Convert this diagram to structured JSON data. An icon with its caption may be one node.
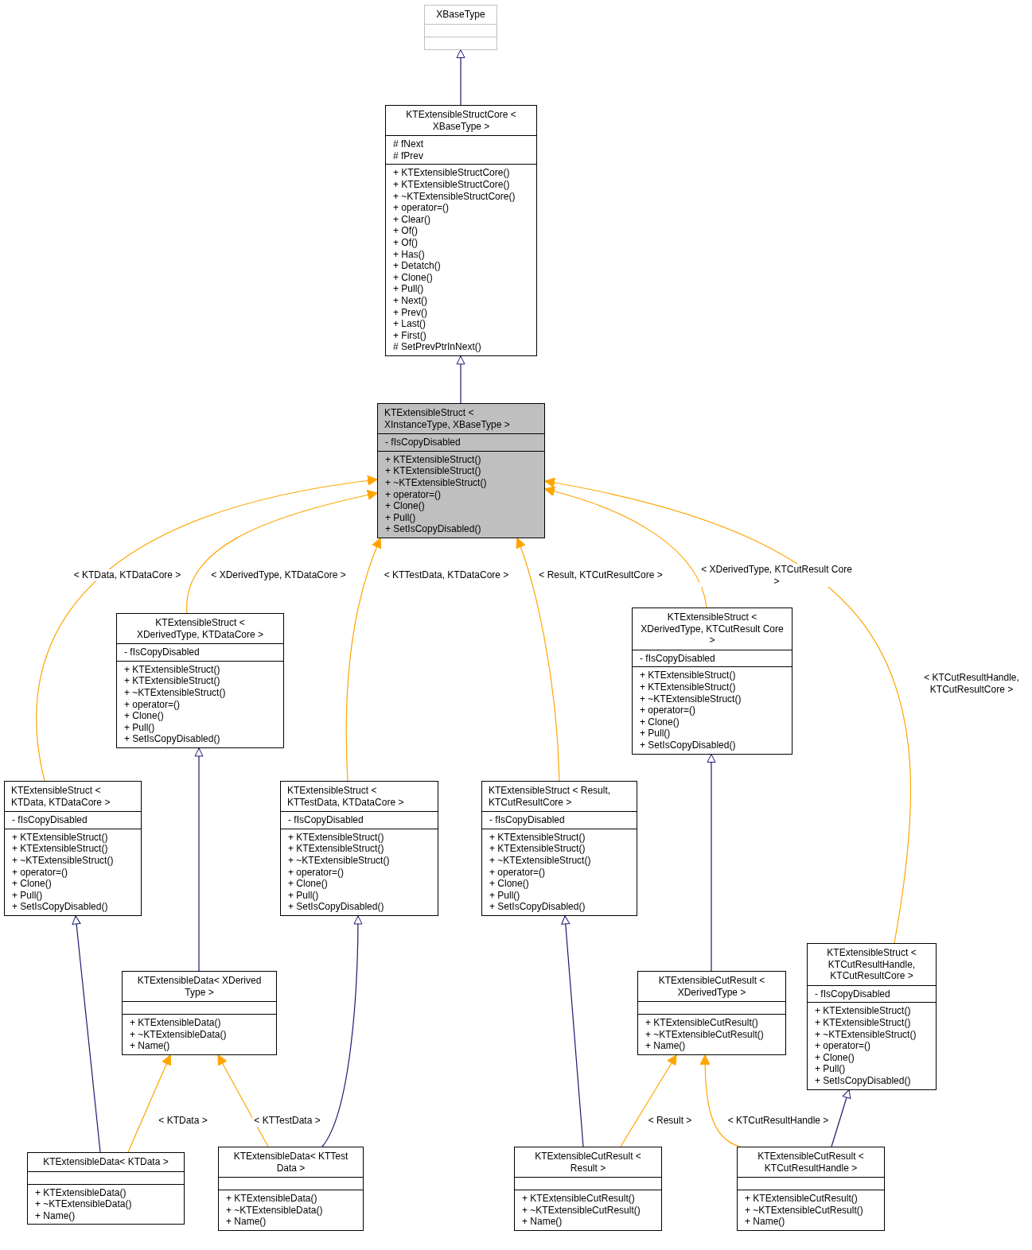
{
  "diagram": {
    "nodes": [
      {
        "text": [
          "XBaseType"
        ]
      },
      {
        "text": [],
        "shape": "box",
        "in": 0
      },
      {
        "text": [],
        "shape": "box",
        "in": 0
      },
      {
        "text": [
          "KTExtensibleStructCore < XBaseType >"
        ]
      },
      {
        "text": [
          "# fNext",
          "# fPrev"
        ],
        "in": 3
      },
      {
        "text": [
          "+ KTExtensibleStructCore()",
          "+ KTExtensibleStructCore()",
          "+ ~KTExtensibleStructCore()",
          "+ operator=()",
          "+ Clear()",
          "+ Of()",
          "+ Of()",
          "+ Has()",
          "+ Detatch()",
          "+ Clone()",
          "+ Pull()",
          "+ Next()",
          "+ Prev()",
          "+ Last()",
          "+ First()",
          "# SetPrevPtrInNext()"
        ],
        "in": 3
      },
      {
        "text": [
          "KTExtensibleStruct < XInstanceType, XBaseType >"
        ]
      },
      {
        "text": [
          "- fIsCopyDisabled"
        ],
        "in": 6
      },
      {
        "text": [
          "+ KTExtensibleStruct()",
          "+ KTExtensibleStruct()",
          "+ ~KTExtensibleStruct()",
          "+ operator=()",
          "+ Clone()",
          "+ Pull()",
          "+ SetIsCopyDisabled()"
        ],
        "in": 6
      },
      {
        "text": [
          "KTExtensibleStruct < XDerivedType, KTDataCore >"
        ]
      },
      {
        "text": [
          "- fIsCopyDisabled"
        ],
        "in": 9
      },
      {
        "text": [
          "+ KTExtensibleStruct()",
          "+ KTExtensibleStruct()",
          "+ ~KTExtensibleStruct()",
          "+ operator=()",
          "+ Clone()",
          "+ Pull()",
          "+ SetIsCopyDisabled()"
        ],
        "in": 9
      },
      {
        "text": [
          "KTExtensibleStruct < XDerivedType, KTCutResult Core >"
        ]
      },
      {
        "text": [
          "- fIsCopyDisabled"
        ],
        "in": 12
      },
      {
        "text": [
          "+ KTExtensibleStruct()",
          "+ KTExtensibleStruct()",
          "+ ~KTExtensibleStruct()",
          "+ operator=()",
          "+ Clone()",
          "+ Pull()",
          "+ SetIsCopyDisabled()"
        ],
        "in": 12
      },
      {
        "text": [
          "KTExtensibleStruct < KTData, KTDataCore >"
        ]
      },
      {
        "text": [
          "- fIsCopyDisabled"
        ],
        "in": 15
      },
      {
        "text": [
          "+ KTExtensibleStruct()",
          "+ KTExtensibleStruct()",
          "+ ~KTExtensibleStruct()",
          "+ operator=()",
          "+ Clone()",
          "+ Pull()",
          "+ SetIsCopyDisabled()"
        ],
        "in": 15
      },
      {
        "text": [
          "KTExtensibleStruct < KTTestData, KTDataCore >"
        ]
      },
      {
        "text": [
          "- fIsCopyDisabled"
        ],
        "in": 18
      },
      {
        "text": [
          "+ KTExtensibleStruct()",
          "+ KTExtensibleStruct()",
          "+ ~KTExtensibleStruct()",
          "+ operator=()",
          "+ Clone()",
          "+ Pull()",
          "+ SetIsCopyDisabled()"
        ],
        "in": 18
      },
      {
        "text": [
          "KTExtensibleStruct < Result, KTCutResultCore >"
        ]
      },
      {
        "text": [
          "- fIsCopyDisabled"
        ],
        "in": 21
      },
      {
        "text": [
          "+ KTExtensibleStruct()",
          "+ KTExtensibleStruct()",
          "+ ~KTExtensibleStruct()",
          "+ operator=()",
          "+ Clone()",
          "+ Pull()",
          "+ SetIsCopyDisabled()"
        ],
        "in": 21
      },
      {
        "text": [
          "KTExtensibleStruct < KTCutResultHandle, KTCutResultCore >"
        ]
      },
      {
        "text": [
          "- fIsCopyDisabled"
        ],
        "in": 24
      },
      {
        "text": [
          "+ KTExtensibleStruct()",
          "+ KTExtensibleStruct()",
          "+ ~KTExtensibleStruct()",
          "+ operator=()",
          "+ Clone()",
          "+ Pull()",
          "+ SetIsCopyDisabled()"
        ],
        "in": 24
      },
      {
        "text": [
          "KTExtensibleData< XDerived Type >"
        ]
      },
      {
        "text": [],
        "shape": "box",
        "in": 27
      },
      {
        "text": [
          "+ KTExtensibleData()",
          "+ ~KTExtensibleData()",
          "+ Name()"
        ],
        "in": 27
      },
      {
        "text": [
          "KTExtensibleCutResult < XDerivedType >"
        ]
      },
      {
        "text": [],
        "shape": "box",
        "in": 30
      },
      {
        "text": [
          "+ KTExtensibleCutResult()",
          "+ ~KTExtensibleCutResult()",
          "+ Name()"
        ],
        "in": 30
      },
      {
        "text": [
          "KTExtensibleData< KTData >"
        ]
      },
      {
        "text": [],
        "shape": "box",
        "in": 33
      },
      {
        "text": [
          "+ KTExtensibleData()",
          "+ ~KTExtensibleData()",
          "+ Name()"
        ],
        "in": 33
      },
      {
        "text": [
          "KTExtensibleData< KTTest Data >"
        ]
      },
      {
        "text": [],
        "shape": "box",
        "in": 36
      },
      {
        "text": [
          "+ KTExtensibleData()",
          "+ ~KTExtensibleData()",
          "+ Name()"
        ],
        "in": 36
      },
      {
        "text": [
          "KTExtensibleCutResult < Result >"
        ]
      },
      {
        "text": [],
        "shape": "box",
        "in": 39
      },
      {
        "text": [
          "+ KTExtensibleCutResult()",
          "+ ~KTExtensibleCutResult()",
          "+ Name()"
        ],
        "in": 39
      },
      {
        "text": [
          "KTExtensibleCutResult < KTCutResultHandle >"
        ]
      },
      {
        "text": [],
        "shape": "box",
        "in": 42
      },
      {
        "text": [
          "+ KTExtensibleCutResult()",
          "+ ~KTExtensibleCutResult()",
          "+ Name()"
        ],
        "in": 42
      }
    ],
    "edges": [
      {
        "from": 3,
        "to": 0,
        "arrow": "to",
        "color": "#191970"
      },
      {
        "from": 6,
        "to": 3,
        "arrow": "to",
        "color": "#191970"
      },
      {
        "from": 15,
        "to": 6,
        "arrow": "to",
        "label": "< KTData, KTDataCore >"
      },
      {
        "from": 9,
        "to": 6,
        "arrow": "to",
        "label": "< XDerivedType, KTDataCore >"
      },
      {
        "from": 18,
        "to": 6,
        "arrow": "to",
        "label": "< KTTestData, KTDataCore >"
      },
      {
        "from": 21,
        "to": 6,
        "arrow": "to",
        "label": "< Result, KTCutResultCore >"
      },
      {
        "from": 12,
        "to": 6,
        "arrow": "to",
        "label": "< XDerivedType, KTCutResult Core >"
      },
      {
        "from": 24,
        "to": 6,
        "arrow": "to",
        "label": "< KTCutResultHandle, KTCutResultCore >"
      },
      {
        "from": 27,
        "to": 9,
        "arrow": "to",
        "color": "#191970"
      },
      {
        "from": 30,
        "to": 12,
        "arrow": "to",
        "color": "#191970"
      },
      {
        "from": 33,
        "to": 15,
        "arrow": "to",
        "color": "#191970"
      },
      {
        "from": 33,
        "to": 27,
        "arrow": "to",
        "label": "< KTData >"
      },
      {
        "from": 36,
        "to": 27,
        "arrow": "to",
        "label": "< KTTestData >"
      },
      {
        "from": 36,
        "to": 18,
        "arrow": "to",
        "color": "#191970"
      },
      {
        "from": 39,
        "to": 21,
        "arrow": "to",
        "color": "#191970"
      },
      {
        "from": 39,
        "to": 30,
        "arrow": "to",
        "label": "< Result >"
      },
      {
        "from": 42,
        "to": 30,
        "arrow": "to",
        "label": "< KTCutResultHandle >"
      },
      {
        "from": 42,
        "to": 24,
        "arrow": "to",
        "color": "#191970"
      }
    ]
  }
}
